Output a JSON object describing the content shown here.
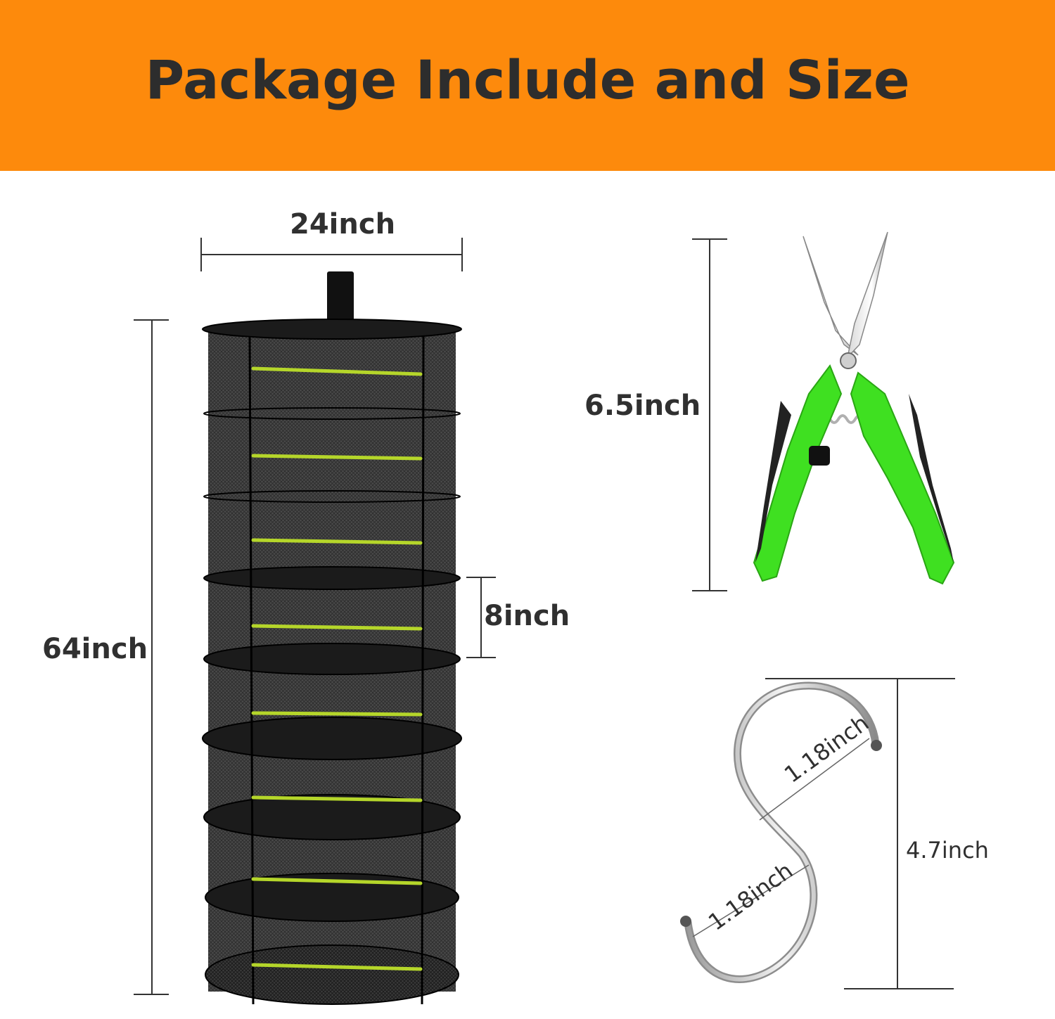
{
  "banner": {
    "title": "Package Include and Size",
    "color": "#fd8a0c"
  },
  "drying_rack": {
    "icon": "mesh-drying-rack",
    "tiers": 8,
    "width_label": "24inch",
    "height_label": "64inch",
    "tier_height_label": "8inch",
    "mesh_color": "#1a1a1a",
    "zipper_color": "#b5d62a"
  },
  "pruning_shears": {
    "icon": "pruning-shears",
    "length_label": "6.5inch",
    "handle_color": "#3fe021"
  },
  "s_hook": {
    "icon": "s-hook",
    "height_label": "4.7inch",
    "upper_opening_label": "1.18inch",
    "lower_opening_label": "1.18inch"
  }
}
